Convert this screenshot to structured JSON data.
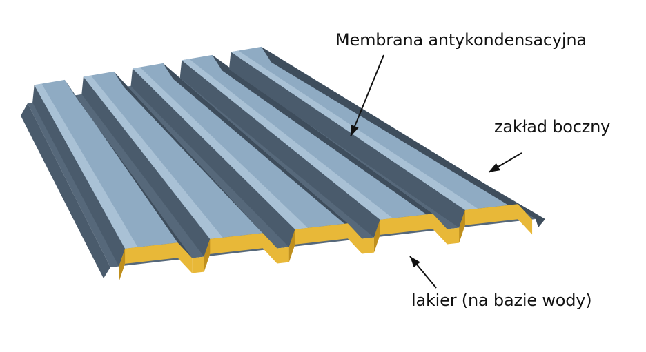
{
  "labels": {
    "membrane": "Membrana antykondensacyjna",
    "side_overlap": "zakład boczny",
    "lacquer": "lakier (na bazie wody)"
  },
  "colors": {
    "crest_top": "#8fabc3",
    "crest_highlight": "#a9c1d5",
    "valley": "#56687a",
    "rib_side_dark": "#4a5b6c",
    "edge_dark": "#3e4d5c",
    "end_yellow": "#e8b838",
    "end_yellow_dark": "#bf8f1e",
    "arrow": "#111111"
  }
}
